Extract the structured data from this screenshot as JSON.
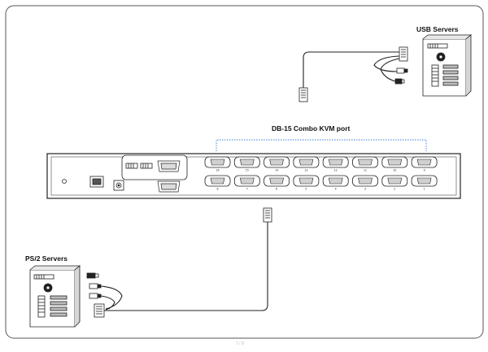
{
  "labels": {
    "usb_servers": "USB Servers",
    "db15_port": "DB-15 Combo KVM port",
    "ps2_servers": "PS/2 Servers"
  },
  "footer_text": "7 / 9",
  "port_numbers": {
    "top": [
      "16",
      "15",
      "14",
      "13",
      "12",
      "11",
      "10",
      "9"
    ],
    "bottom": [
      "8",
      "7",
      "6",
      "5",
      "4",
      "3",
      "2",
      "1"
    ]
  },
  "icons": [
    "usb-server-tower-icon",
    "ps2-server-tower-icon",
    "kvm-switch-icon",
    "db15-connector-icon",
    "usb-plug-icon",
    "ps2-plug-icon",
    "power-jack-icon",
    "network-port-icon"
  ],
  "colors": {
    "line": "#222222",
    "dashed_bracket": "#3a7bd5",
    "frame": "#555555"
  }
}
